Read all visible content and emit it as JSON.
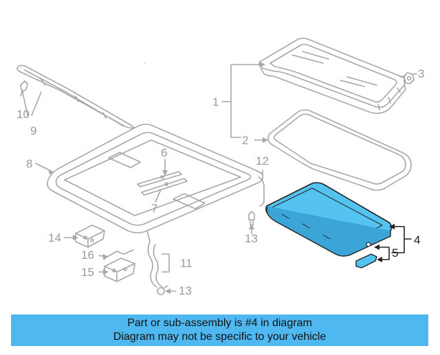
{
  "diagram": {
    "callouts": {
      "c1": "1",
      "c2": "2",
      "c3": "3",
      "c4": "4",
      "c5": "5",
      "c6": "6",
      "c7": "7",
      "c8": "8",
      "c9": "9",
      "c10": "10",
      "c11": "11",
      "c12": "12",
      "c13a": "13",
      "c13b": "13",
      "c14": "14",
      "c15": "15",
      "c16": "16"
    },
    "highlight_color": "#55c3ef",
    "line_color": "#a6a6a6",
    "highlight_outline": "#222222"
  },
  "banner": {
    "line1": "Part or sub-assembly is #4 in diagram",
    "line2": "Diagram may not be specific to your vehicle",
    "background": "#4fb8f0"
  }
}
